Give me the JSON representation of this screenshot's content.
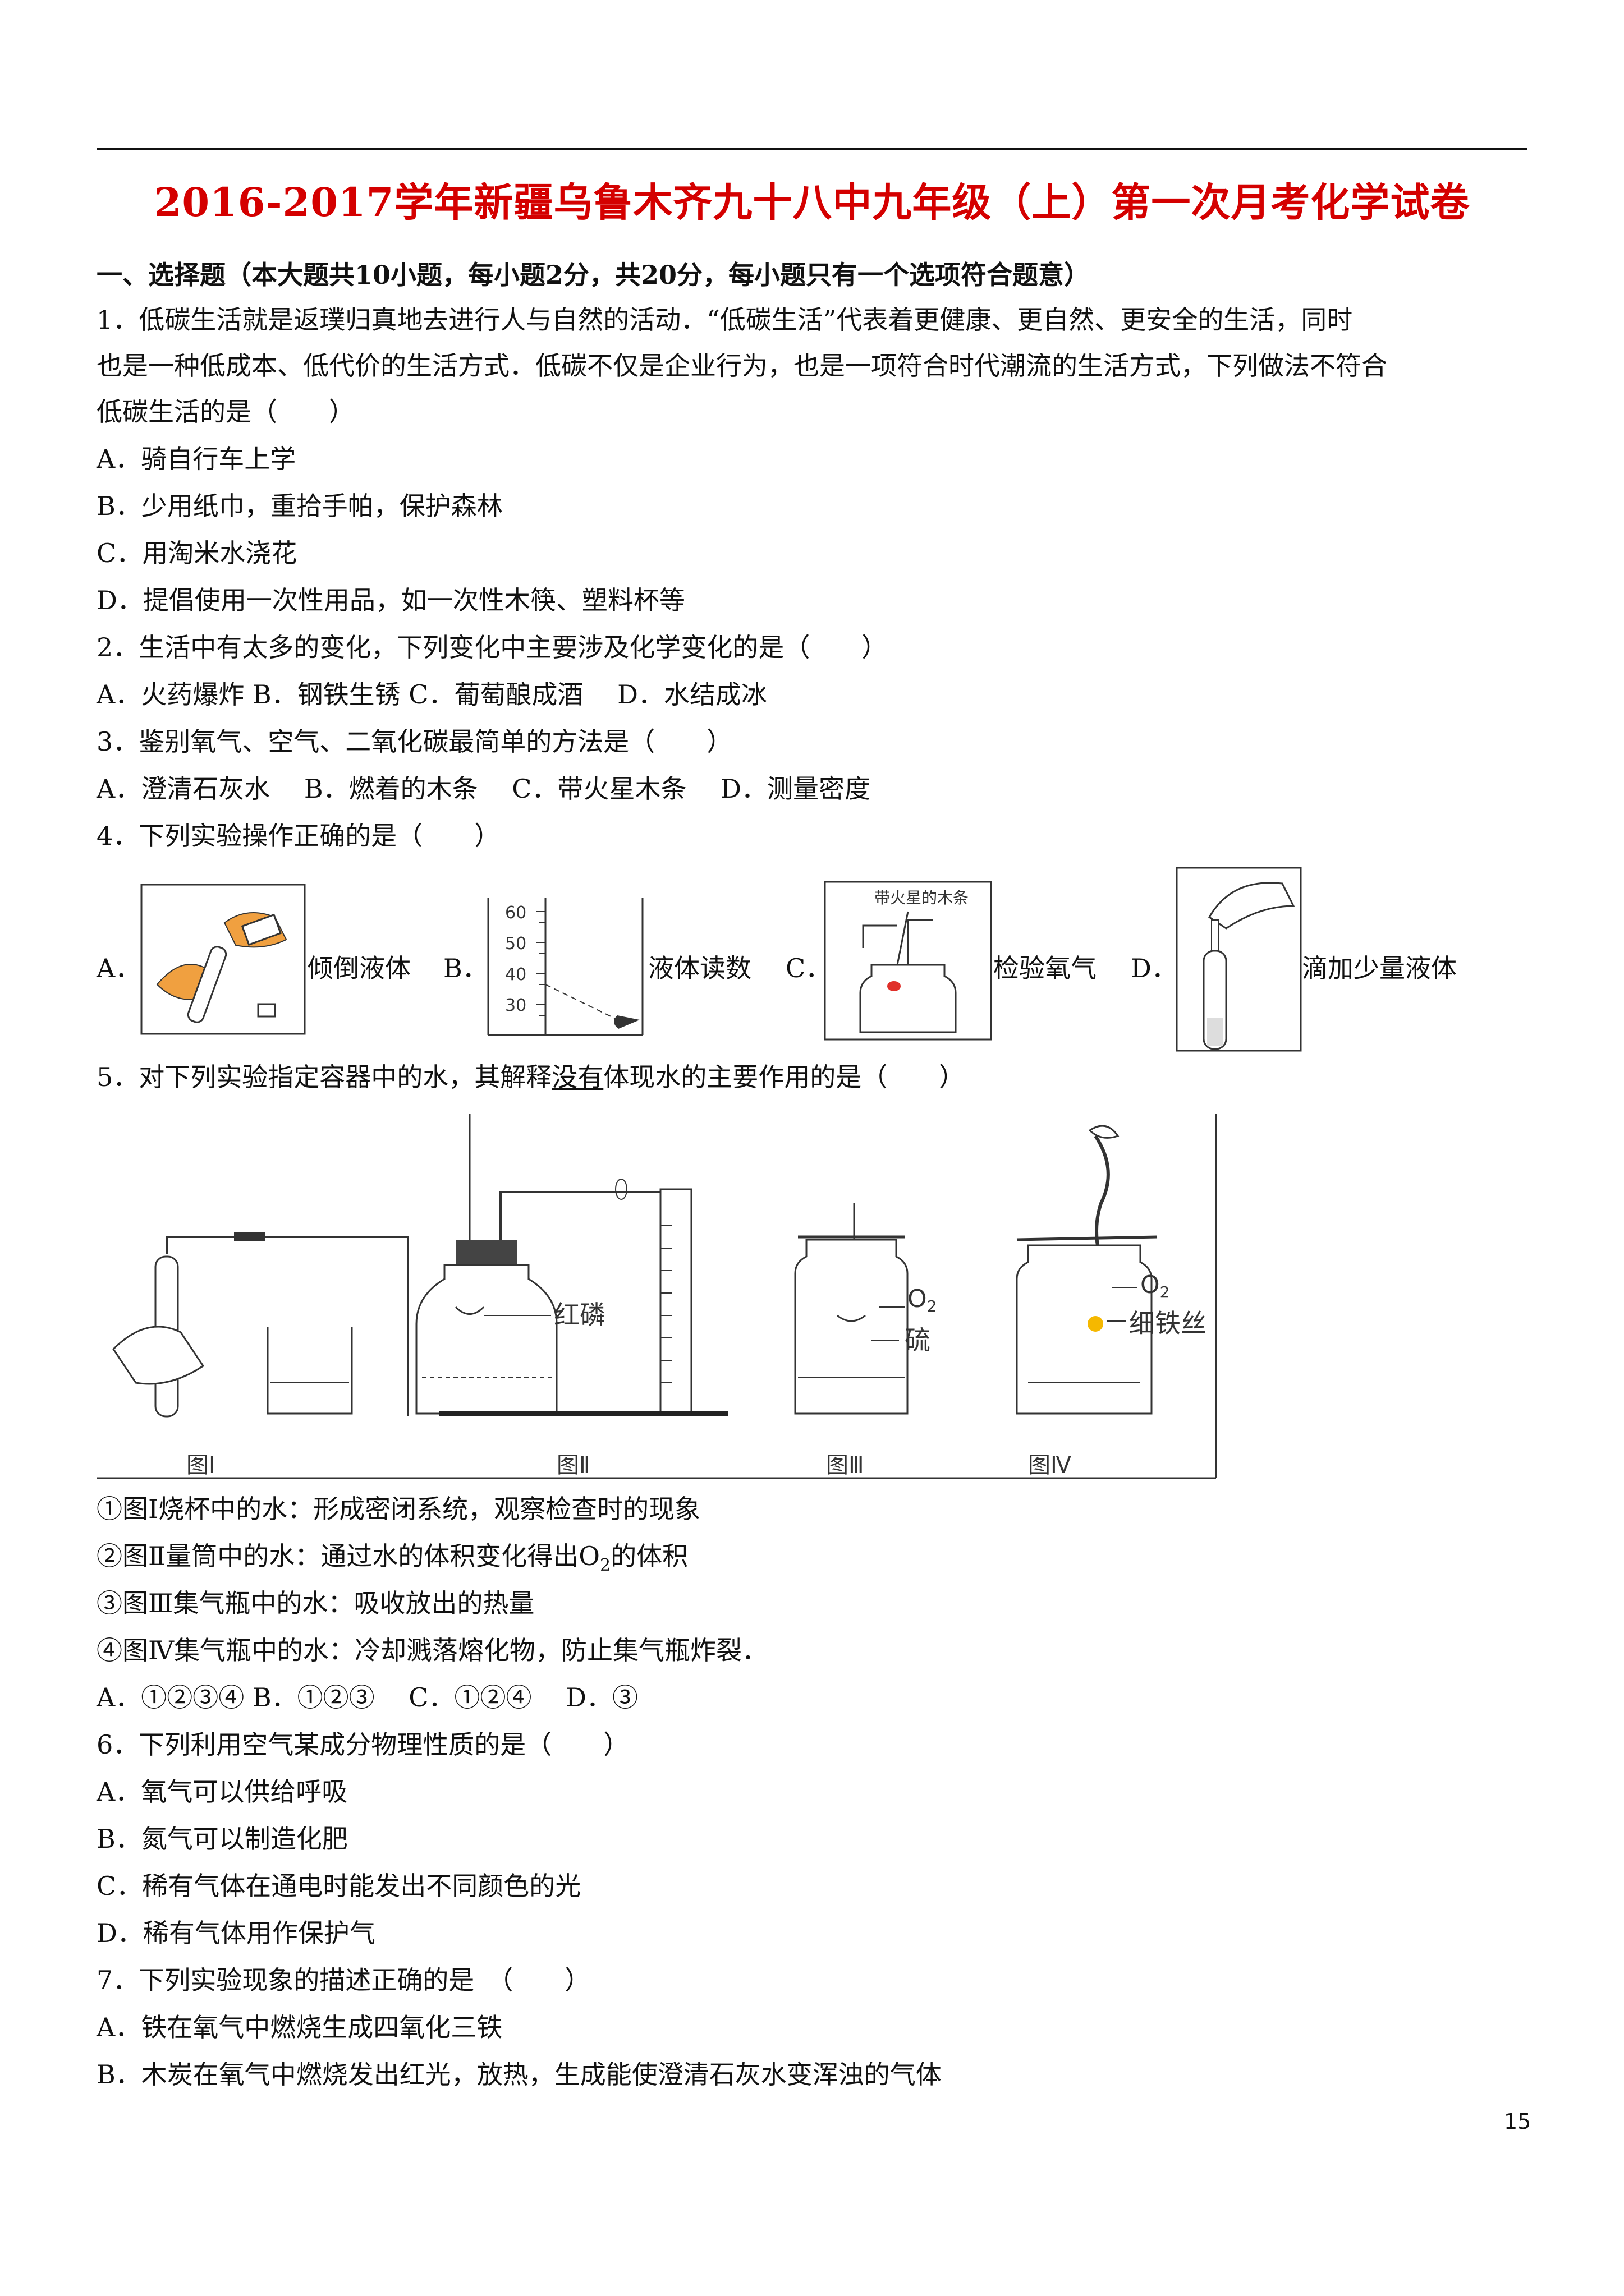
{
  "title": "2016-2017学年新疆乌鲁木齐九十八中九年级（上）第一次月考化学试卷",
  "section1": "一、选择题（本大题共10小题，每小题2分，共20分，每小题只有一个选项符合题意）",
  "q1": {
    "l1": "1．低碳生活就是返璞归真地去进行人与自然的活动．“低碳生活”代表着更健康、更自然、更安全的生活，同时",
    "l2": "也是一种低成本、低代价的生活方式．低碳不仅是企业行为，也是一项符合时代潮流的生活方式，下列做法不符合",
    "l3": "低碳生活的是（　　）",
    "a": "A．骑自行车上学",
    "b": "B．少用纸巾，重拾手帕，保护森林",
    "c": "C．用淘米水浇花",
    "d": "D．提倡使用一次性用品，如一次性木筷、塑料杯等"
  },
  "q2": {
    "stem": "2．生活中有太多的变化，下列变化中主要涉及化学变化的是（　　）",
    "opts": "A．火药爆炸 B．钢铁生锈 C．葡萄酿成酒　 D．水结成冰"
  },
  "q3": {
    "stem": "3．鉴别氧气、空气、二氧化碳最简单的方法是（　　）",
    "opts": "A．澄清石灰水　 B．燃着的木条　 C．带火星木条　 D．测量密度"
  },
  "q4": {
    "stem": "4．下列实验操作正确的是（　　）",
    "a_letter": "A．",
    "a_label": "倾倒液体",
    "b_letter": "B．",
    "b_label": "液体读数",
    "c_letter": "C．",
    "c_label": "检验氧气",
    "d_letter": "D．",
    "d_label": "滴加少量液体",
    "scale_ticks": [
      "60",
      "50",
      "40",
      "30"
    ],
    "c_img_text": "带火星的木条"
  },
  "q5": {
    "stem_pre": "5．对下列实验指定容器中的水，其解释",
    "stem_u": "没有",
    "stem_post": "体现水的主要作用的是（　　）",
    "fig_labels": [
      "图Ⅰ",
      "图Ⅱ",
      "图Ⅲ",
      "图Ⅳ"
    ],
    "fig_text": {
      "red_p": "红磷",
      "o2_a": "O",
      "o2_sub": "2",
      "sulfur": "硫",
      "iron": "细铁丝"
    },
    "s1": "①图Ⅰ烧杯中的水：形成密闭系统，观察检查时的现象",
    "s2_pre": "②图Ⅱ量筒中的水：通过水的体积变化得出O",
    "s2_sub": "2",
    "s2_post": "的体积",
    "s3": "③图Ⅲ集气瓶中的水：吸收放出的热量",
    "s4": "④图Ⅳ集气瓶中的水：冷却溅落熔化物，防止集气瓶炸裂．",
    "opts": "A．①②③④ B．①②③　 C．①②④　 D．③"
  },
  "q6": {
    "stem": "6．下列利用空气某成分物理性质的是（　　）",
    "a": "A．氧气可以供给呼吸",
    "b": "B．氮气可以制造化肥",
    "c": "C．稀有气体在通电时能发出不同颜色的光",
    "d": "D．稀有气体用作保护气"
  },
  "q7": {
    "stem": "7．下列实验现象的描述正确的是　（　　）",
    "a": "A．铁在氧气中燃烧生成四氧化三铁",
    "b": "B．木炭在氧气中燃烧发出红光，放热，生成能使澄清石灰水变浑浊的气体"
  },
  "page_number": "15"
}
